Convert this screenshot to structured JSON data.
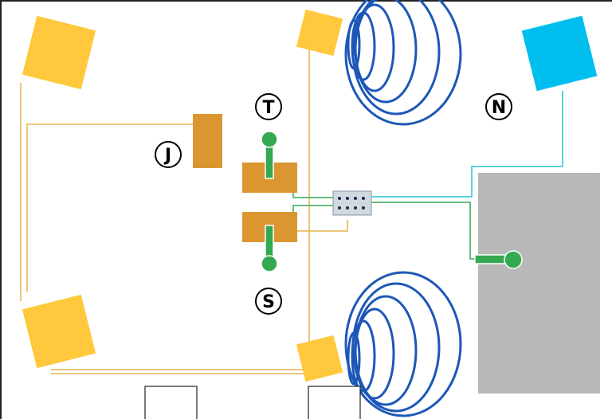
{
  "diagram": {
    "labels": {
      "t": "T",
      "s": "S",
      "j": "J",
      "n": "N"
    },
    "colors": {
      "background": "#ffffff",
      "frame": "#222222",
      "yellow_block": "#ffc83d",
      "blue_block": "#00bfef",
      "orange_block": "#dc9631",
      "gray_panel": "#b8b8b8",
      "green": "#35a852",
      "wire_yellow": "#e6b450",
      "wire_cyan": "#22c4d8",
      "wire_green": "#35a852",
      "ripple": "#1d57b8",
      "connector": "#d0d8e0"
    },
    "icons": {
      "ripple": "concentric-wave-icon",
      "connector": "terminal-block-icon"
    }
  }
}
